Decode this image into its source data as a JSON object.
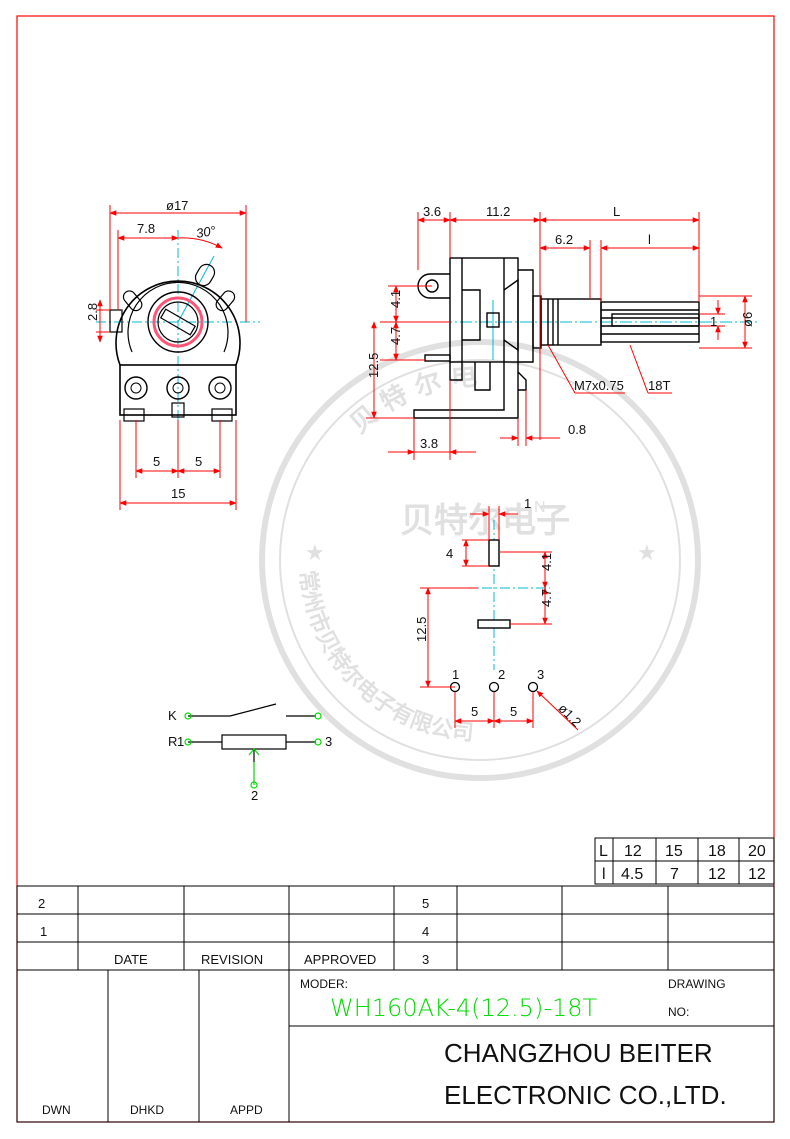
{
  "colors": {
    "outline": "#000000",
    "dimension": "#ff0000",
    "centerline": "#00bcd4",
    "accent_text": "#00dd00",
    "border": "#ff0000",
    "watermark": "#c8c8c8"
  },
  "front_view": {
    "dim_diameter": "ø17",
    "dim_left": "7.8",
    "dim_angle": "30°",
    "dim_tab": "2.8",
    "dim_pitch_a": "5",
    "dim_pitch_b": "5",
    "dim_width": "15"
  },
  "side_view": {
    "dim_a": "3.6",
    "dim_b": "11.2",
    "dim_L": "L",
    "dim_c": "6.2",
    "dim_l": "l",
    "dim_d": "4.1",
    "dim_e": "4.7",
    "dim_f": "12.5",
    "dim_g": "1",
    "dim_shaft": "ø6",
    "thread": "M7x0.75",
    "teeth": "18T",
    "dim_h": "3.8",
    "dim_i": "0.8"
  },
  "pcb_view": {
    "dim_a": "1",
    "dim_b": "4",
    "dim_c": "4.1",
    "dim_d": "4.7",
    "dim_e": "12.5",
    "pin1": "1",
    "pin2": "2",
    "pin3": "3",
    "pitch_a": "5",
    "pitch_b": "5",
    "hole": "ø1.2"
  },
  "schematic": {
    "k_label": "K",
    "r_label": "R",
    "pin1": "1",
    "pin2": "2",
    "pin3": "3"
  },
  "watermark": {
    "center": "贝特尔电子",
    "ring_top": "贝 特 尔 电",
    "ring_right": "N",
    "ring_bottom": "常州市贝特尔电子有限公司"
  },
  "length_table": {
    "rows": [
      {
        "key": "L",
        "values": [
          "12",
          "15",
          "18",
          "20"
        ]
      },
      {
        "key": "l",
        "values": [
          "4.5",
          "7",
          "12",
          "12"
        ]
      }
    ]
  },
  "revision_table": {
    "left_rows": [
      "2",
      "1"
    ],
    "headers": [
      "DATE",
      "REVISION",
      "APPROVED"
    ],
    "right_rows": [
      "5",
      "4",
      "3"
    ]
  },
  "title_block": {
    "moder_label": "MODER:",
    "model": "WH160AK-4(12.5)-18T",
    "drawing_label": "DRAWING",
    "no_label": "NO:",
    "company_line1": "CHANGZHOU BEITER",
    "company_line2": "ELECTRONIC CO.,LTD.",
    "sign_dwn": "DWN",
    "sign_dhkd": "DHKD",
    "sign_appd": "APPD"
  }
}
